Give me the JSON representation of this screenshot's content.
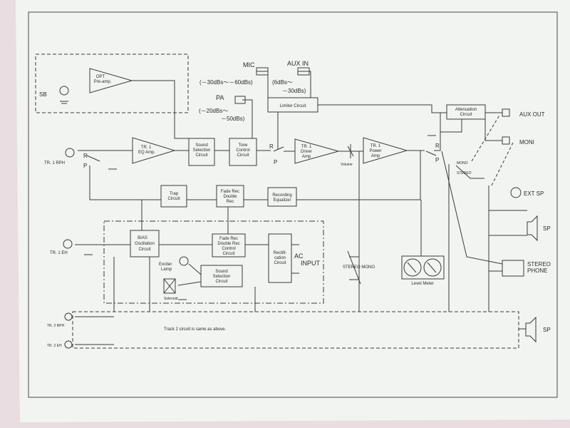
{
  "colors": {
    "paper": "#f2f4f1",
    "ink": "#3a3a3a",
    "background": "#e9dde1"
  },
  "blocks": {
    "opt_preamp": [
      "OPT",
      "Pre-amp."
    ],
    "tr1_eq_amp": [
      "TR. 1",
      "EQ Amp."
    ],
    "sound_selection": [
      "Sound",
      "Selection",
      "Circuit"
    ],
    "tone_control": [
      "Tone",
      "Control",
      "Circuit"
    ],
    "limiter": [
      "Limiter Circuit"
    ],
    "tr1_driver": [
      "TR. 1",
      "Driver",
      "Amp"
    ],
    "tr1_power": [
      "TR. 1",
      "Power",
      "Amp"
    ],
    "attenuation": [
      "Attenuation",
      "Circuit"
    ],
    "trap": [
      "Trap",
      "Circuit"
    ],
    "fade_rec_double": [
      "Fade Rec",
      "Double",
      "Rec"
    ],
    "recording_equalizer": [
      "Recording",
      "Equalizer"
    ],
    "bias": [
      "BIAS",
      "Oscillation",
      "Circuit"
    ],
    "fade_rec_control": [
      "Fade Rec",
      "Double Rec",
      "Control",
      "Circuit"
    ],
    "rectification": [
      "Rectifi-",
      "cation",
      "Circuit"
    ],
    "sound_selection_2": [
      "Sound",
      "Selection",
      "Circuit"
    ],
    "level_meter": [
      "Level Meter"
    ]
  },
  "labels": {
    "sb": "SB",
    "mic": "MIC",
    "mic_level": "(－30dBs～－60dBs)",
    "aux_in": "AUX  IN",
    "aux_level_1": "(6dBs～",
    "aux_level_2": "－30dBs)",
    "pa": "PA",
    "pa_level_1": "(－20dBs～",
    "pa_level_2": "－50dBs)",
    "tr1_rph": "TR. 1 RPH",
    "tr1_eh": "TR. 1 EH",
    "tr2_rph": "TR. 2 RPH",
    "tr2_eh": "TR. 2 EH",
    "r": "R",
    "p": "P",
    "volume": "Volume",
    "aux_out": "AUX  OUT",
    "moni": "MONI",
    "mono": "MONO",
    "stereo": "STEREO",
    "ext_sp": "EXT  SP",
    "sp": "SP",
    "stereo_phone_1": "STEREO",
    "stereo_phone_2": "PHONE",
    "stereo_mono_switch": "STEREO MONO",
    "ac_input_1": "AC",
    "ac_input_2": "INPUT",
    "exciter_lamp_1": "Exciter",
    "exciter_lamp_2": "Lamp",
    "solenoid": "Solenoid",
    "track2_note": "Track 2 circuit is same as above."
  }
}
